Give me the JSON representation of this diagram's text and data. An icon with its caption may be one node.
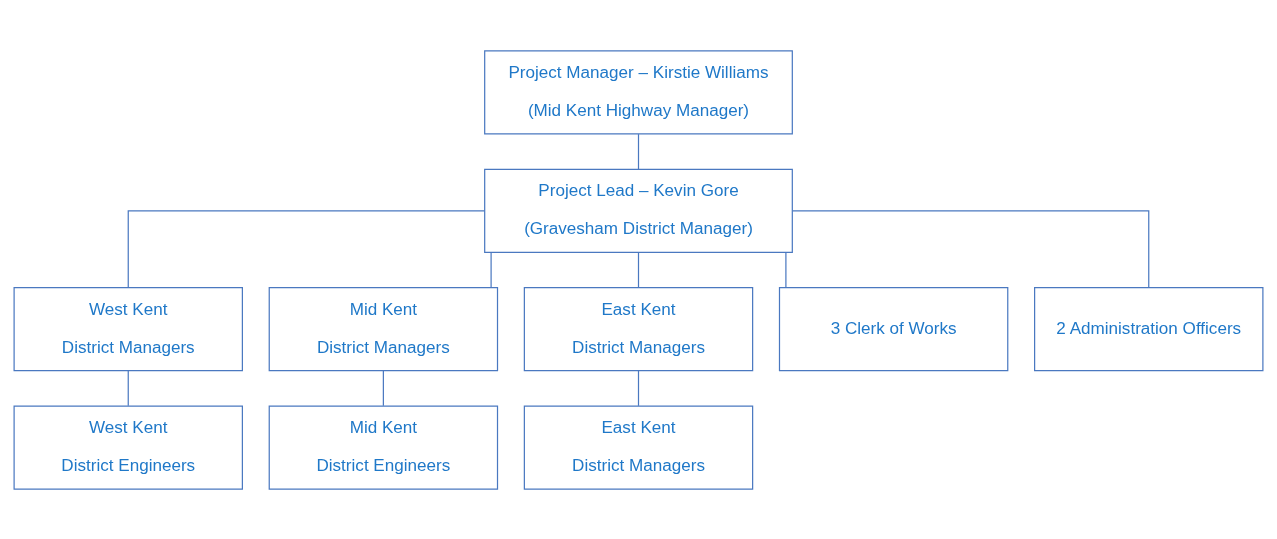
{
  "diagram": {
    "nodes": [
      {
        "text": [
          "Project Manager – Kirstie Williams",
          "(Mid Kent Highway Manager)"
        ]
      },
      {
        "text": [
          "Project Lead – Kevin Gore",
          "(Gravesham District Manager)"
        ]
      },
      {
        "text": [
          "West Kent",
          "District Managers"
        ]
      },
      {
        "text": [
          "Mid Kent",
          "District Managers"
        ]
      },
      {
        "text": [
          "East Kent",
          "District Managers"
        ]
      },
      {
        "text": [
          "3 Clerk of Works"
        ]
      },
      {
        "text": [
          "2 Administration Officers"
        ]
      },
      {
        "text": [
          "West Kent",
          "District Engineers"
        ]
      },
      {
        "text": [
          "Mid Kent",
          "District Engineers"
        ]
      },
      {
        "text": [
          "East Kent",
          "District Managers"
        ]
      }
    ],
    "edges": [
      {
        "from": 0,
        "to": 1,
        "arrow": "none"
      },
      {
        "from": 1,
        "to": 2,
        "arrow": "none"
      },
      {
        "from": 1,
        "to": 3,
        "arrow": "none"
      },
      {
        "from": 1,
        "to": 4,
        "arrow": "none"
      },
      {
        "from": 1,
        "to": 5,
        "arrow": "none"
      },
      {
        "from": 1,
        "to": 6,
        "arrow": "none"
      },
      {
        "from": 2,
        "to": 7,
        "arrow": "none"
      },
      {
        "from": 3,
        "to": 8,
        "arrow": "none"
      },
      {
        "from": 4,
        "to": 9,
        "arrow": "none"
      }
    ]
  }
}
